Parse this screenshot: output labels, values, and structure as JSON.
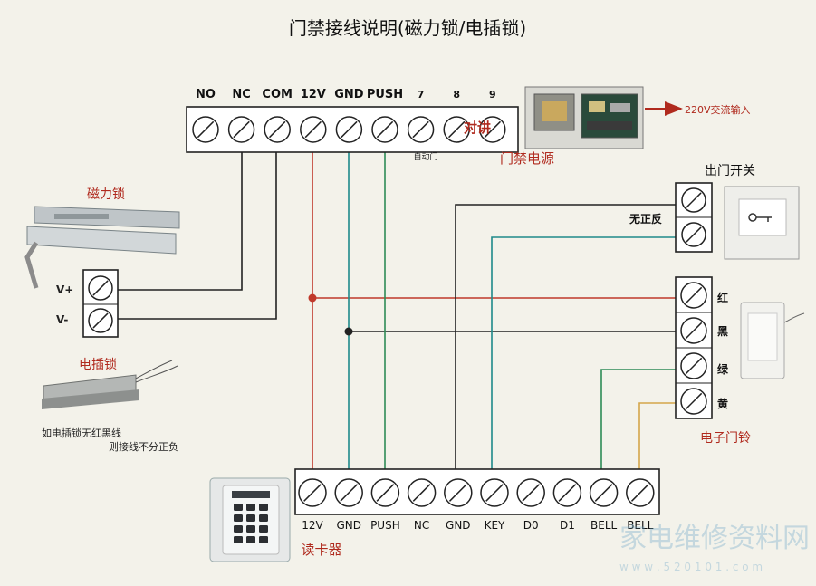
{
  "title": "门禁接线说明(磁力锁/电插锁)",
  "colors": {
    "background": "#f3f2ea",
    "label_red": "#b02a1e",
    "wire_black": "#222222",
    "wire_red": "#c0392b",
    "wire_teal": "#1f8a8a",
    "wire_green": "#2e8b57",
    "wire_yellow": "#d4a64a",
    "terminal_bg": "#ffffff"
  },
  "power_terminals": {
    "labels": [
      "NO",
      "NC",
      "COM",
      "12V",
      "GND",
      "PUSH",
      "7",
      "8",
      "9"
    ],
    "auto_door_label": "自动门",
    "intercom_label": "对讲"
  },
  "power_supply": {
    "label": "门禁电源",
    "input_label": "220V交流输入"
  },
  "mag_lock": {
    "label": "磁力锁",
    "terminals": [
      "V+",
      "V-"
    ]
  },
  "electric_bolt": {
    "label": "电插锁",
    "note_line1": "如电插锁无红黑线",
    "note_line2": "则接线不分正负"
  },
  "exit_button": {
    "label": "出门开关",
    "polarity_note": "无正反"
  },
  "doorbell": {
    "label": "电子门铃",
    "wires": [
      "红",
      "黑",
      "绿",
      "黄"
    ]
  },
  "reader": {
    "label": "读卡器",
    "terminals": [
      "12V",
      "GND",
      "PUSH",
      "NC",
      "GND",
      "KEY",
      "D0",
      "D1",
      "BELL",
      "BELL"
    ]
  },
  "watermark": {
    "cn": "家电维修资料网",
    "url": "w w w . 5 2 0 1 0 1 . c o m"
  }
}
